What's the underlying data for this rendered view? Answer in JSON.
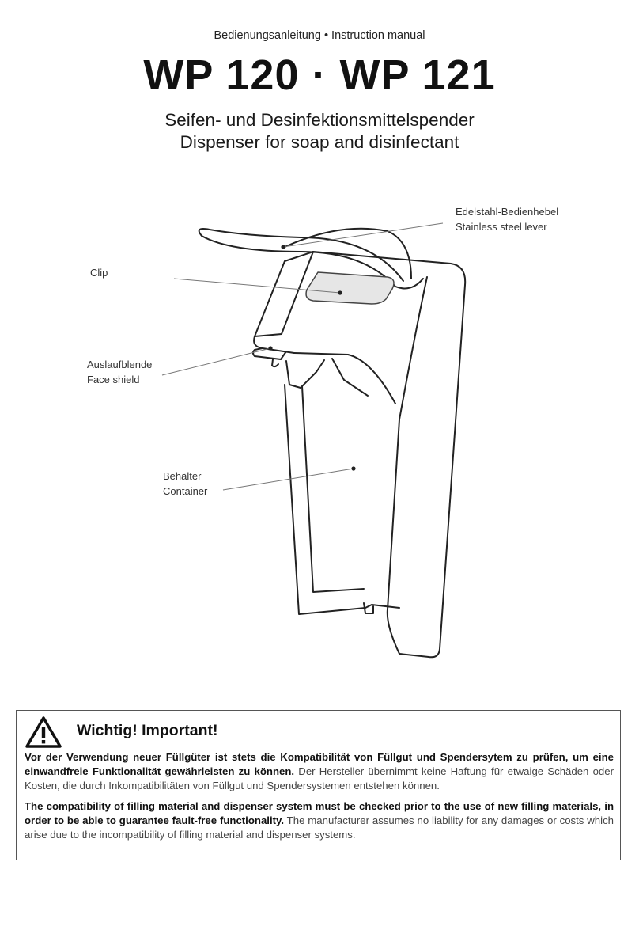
{
  "header": {
    "manual_label": "Bedienungsanleitung • Instruction manual",
    "title": "WP 120 · WP 121",
    "desc_de": "Seifen- und Desinfektionsmittelspender",
    "desc_en": "Dispenser for soap and disinfectant"
  },
  "labels": {
    "lever_de": "Edelstahl-Bedienhebel",
    "lever_en": "Stainless steel lever",
    "clip": "Clip",
    "shield_de": "Auslaufblende",
    "shield_en": "Face shield",
    "container_de": "Behälter",
    "container_en": "Container"
  },
  "notice": {
    "icon": "warning-triangle-icon",
    "title": "Wichtig! Important!",
    "de_bold": "Vor der Verwendung neuer Füllgüter ist stets die Kompatibilität von Füllgut und Spendersytem zu prüfen, um eine einwandfreie Funktionalität gewährleisten zu können.",
    "de_normal": " Der Hersteller übernimmt keine Haftung für etwaige Schäden oder Kosten, die durch Inkompatibilitäten von Füllgut und Spendersystemen entstehen können.",
    "en_bold": "The compatibility of filling material and dispenser system must be checked prior  to the use of new filling materials, in order to be able to guarantee fault-free functionality.",
    "en_normal": " The manufacturer assumes no liability for any damages or costs which arise due to the incompatibility of filling material and dispenser systems."
  }
}
